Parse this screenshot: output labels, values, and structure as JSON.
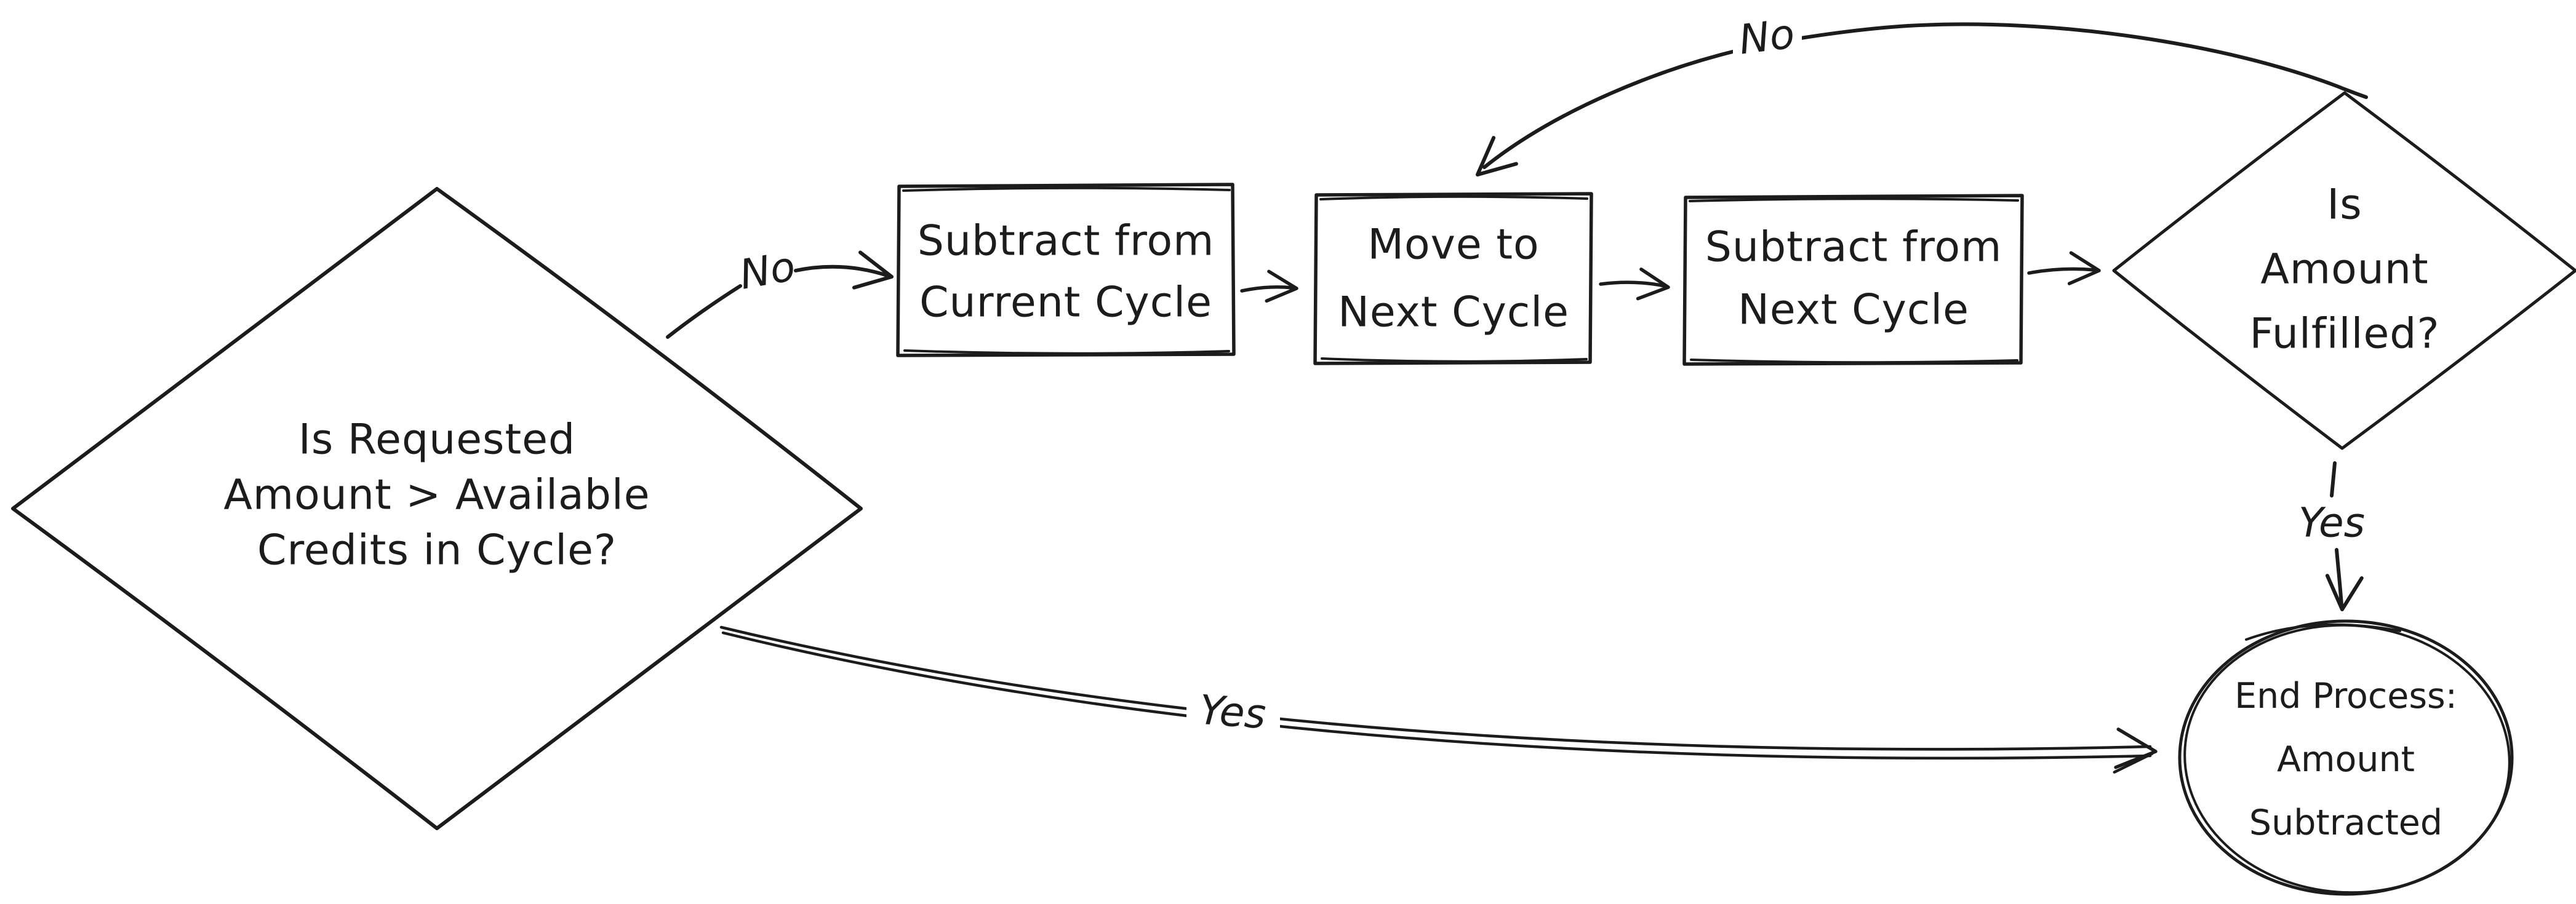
{
  "canvas": {
    "background": "#ffffff",
    "ink_color": "#1c1c1c",
    "style": "hand-drawn flowchart"
  },
  "diagram": {
    "type": "flowchart",
    "nodes": [
      {
        "id": "check-requested-vs-available",
        "shape": "diamond",
        "lines": [
          "Is Requested",
          "Amount > Available",
          "Credits in Cycle?"
        ]
      },
      {
        "id": "subtract-current-cycle",
        "shape": "rectangle",
        "lines": [
          "Subtract from",
          "Current Cycle"
        ]
      },
      {
        "id": "move-next-cycle",
        "shape": "rectangle",
        "lines": [
          "Move to",
          "Next Cycle"
        ]
      },
      {
        "id": "subtract-next-cycle",
        "shape": "rectangle",
        "lines": [
          "Subtract from",
          "Next Cycle"
        ]
      },
      {
        "id": "check-amount-fulfilled",
        "shape": "diamond",
        "lines": [
          "Is",
          "Amount",
          "Fulfilled?"
        ]
      },
      {
        "id": "end-process",
        "shape": "circle",
        "lines": [
          "End Process:",
          "Amount",
          "Subtracted"
        ]
      }
    ],
    "edges": [
      {
        "from": "check-requested-vs-available",
        "to": "subtract-current-cycle",
        "label": "No"
      },
      {
        "from": "subtract-current-cycle",
        "to": "move-next-cycle",
        "label": ""
      },
      {
        "from": "move-next-cycle",
        "to": "subtract-next-cycle",
        "label": ""
      },
      {
        "from": "subtract-next-cycle",
        "to": "check-amount-fulfilled",
        "label": ""
      },
      {
        "from": "check-amount-fulfilled",
        "to": "move-next-cycle",
        "label": "No"
      },
      {
        "from": "check-amount-fulfilled",
        "to": "end-process",
        "label": "Yes"
      },
      {
        "from": "check-requested-vs-available",
        "to": "end-process",
        "label": "Yes"
      }
    ]
  }
}
